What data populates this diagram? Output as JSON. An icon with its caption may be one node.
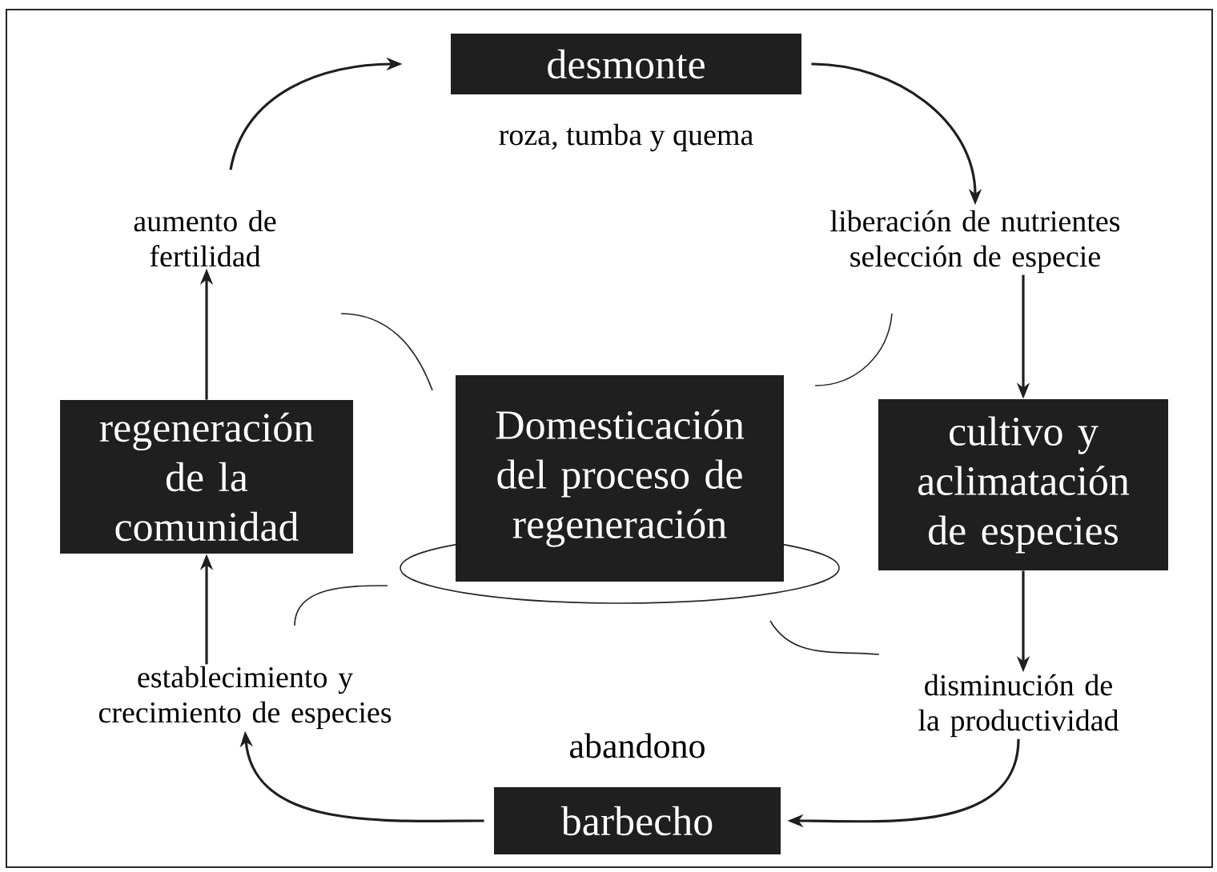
{
  "diagram": {
    "nodes": [
      {
        "text": [
          "desmonte"
        ],
        "beside": [
          "roza, tumba y quema"
        ]
      },
      {
        "text": [
          "liberación de nutrientes selección de especie"
        ]
      },
      {
        "text": [
          "cultivo y aclimatación de especies"
        ]
      },
      {
        "text": [
          "disminución de la productividad"
        ]
      },
      {
        "text": [
          "barbecho"
        ],
        "beside": [
          "abandono"
        ]
      },
      {
        "text": [
          "establecimiento y crecimiento de especies"
        ]
      },
      {
        "text": [
          "regeneración de la comunidad"
        ]
      },
      {
        "text": [
          "aumento de fertilidad"
        ]
      },
      {
        "text": [
          "Domesticación del proceso de regeneración"
        ]
      }
    ],
    "edges": [
      {
        "from": 0,
        "to": 1,
        "arrow": "to"
      },
      {
        "from": 1,
        "to": 2,
        "arrow": "to"
      },
      {
        "from": 2,
        "to": 3,
        "arrow": "to"
      },
      {
        "from": 3,
        "to": 4,
        "arrow": "to"
      },
      {
        "from": 4,
        "to": 5,
        "arrow": "to"
      },
      {
        "from": 5,
        "to": 6,
        "arrow": "to"
      },
      {
        "from": 6,
        "to": 7,
        "arrow": "to"
      },
      {
        "from": 7,
        "to": 0,
        "arrow": "to"
      }
    ]
  }
}
